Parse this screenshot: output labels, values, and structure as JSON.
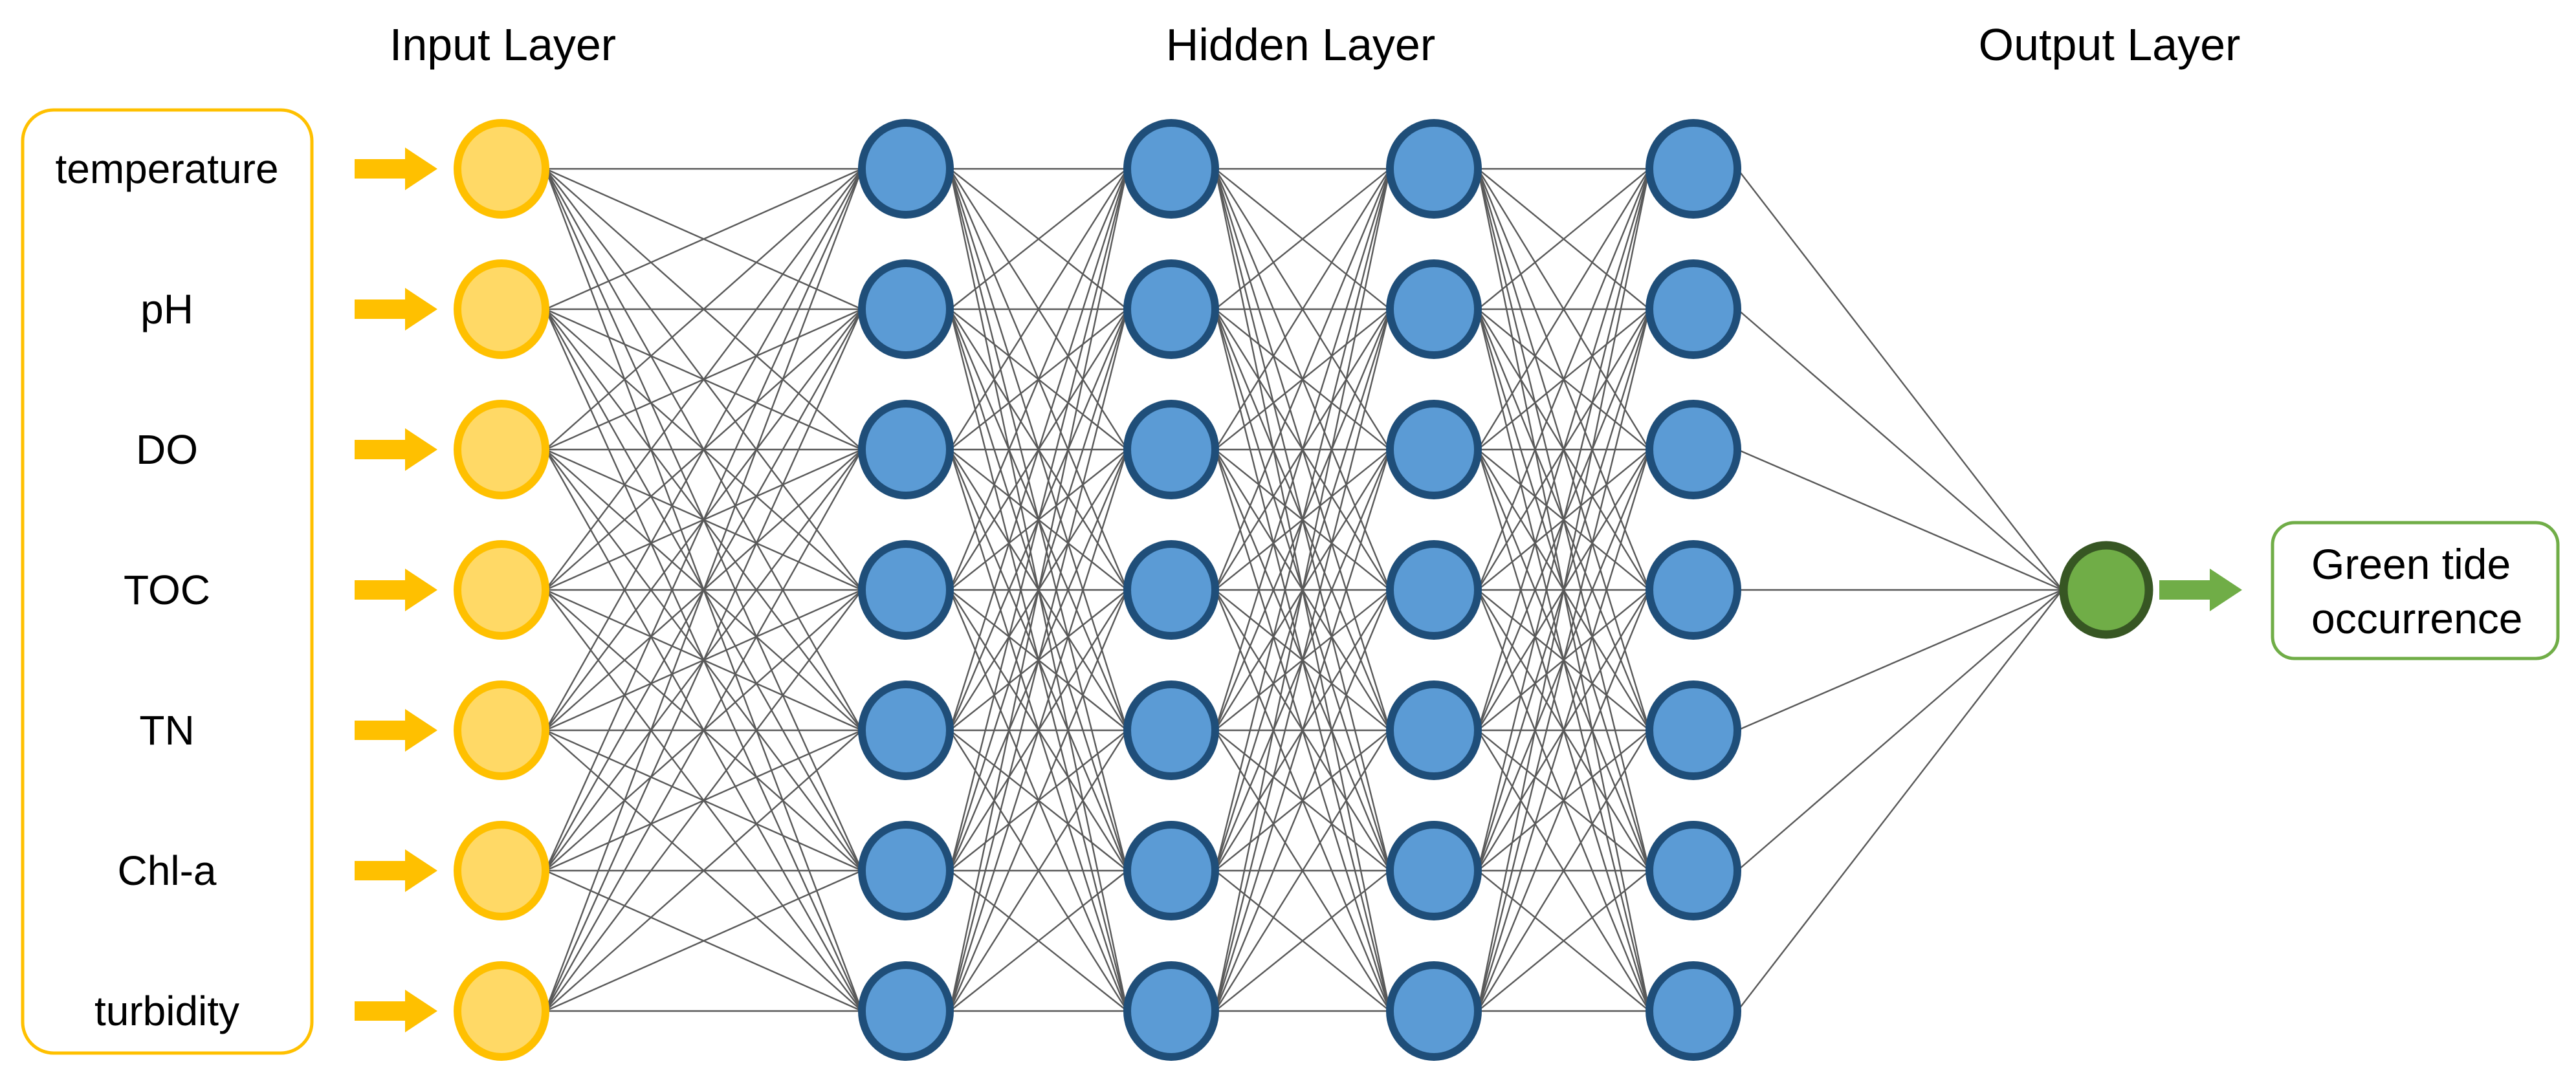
{
  "diagram": {
    "titles": {
      "input": "Input Layer",
      "hidden": "Hidden Layer",
      "output": "Output Layer"
    },
    "input_panel": {
      "labels": [
        "temperature",
        "pH",
        "DO",
        "TOC",
        "TN",
        "Chl-a",
        "turbidity"
      ],
      "border_color": "#FFC000"
    },
    "network": {
      "input_layer": {
        "node_count": 7,
        "fill": "#FFD966",
        "stroke": "#FFC000"
      },
      "hidden_layers": {
        "layer_count": 4,
        "node_count": 7,
        "fill": "#5B9BD5",
        "stroke": "#1F4E79"
      },
      "output_layer": {
        "node_count": 1,
        "fill": "#70AD47",
        "stroke": "#375623"
      },
      "edge_color": "#595959"
    },
    "input_arrow_color": "#FFC000",
    "output_arrow_color": "#70AD47",
    "output_box": {
      "line1": "Green tide",
      "line2": "occurrence",
      "border_color": "#70AD47",
      "text_color": "#000000"
    }
  }
}
